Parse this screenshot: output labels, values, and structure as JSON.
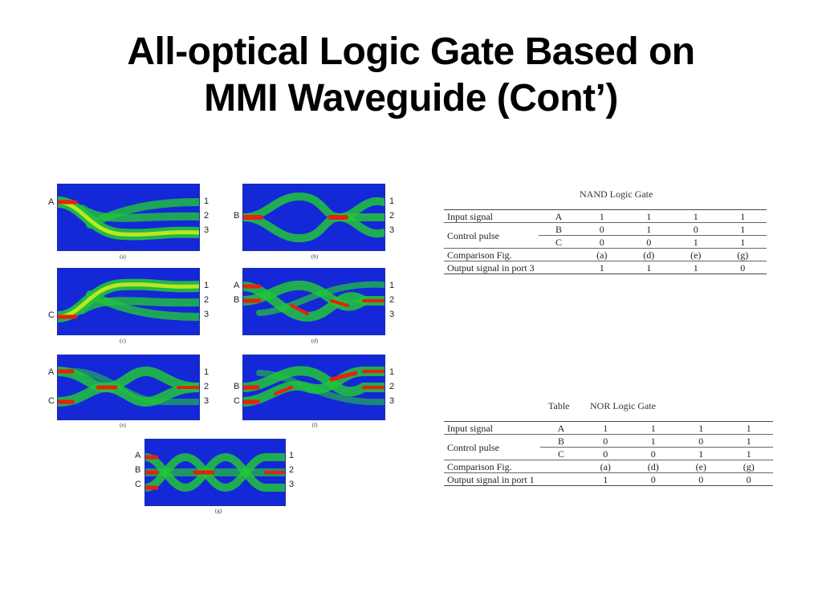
{
  "slide": {
    "title_line1": "All-optical Logic Gate Based on",
    "title_line2": "MMI Waveguide (Cont’)"
  },
  "figures": [
    {
      "id": "a",
      "caption": "(a)",
      "left_labels": [
        "A"
      ],
      "right_labels": [
        "1",
        "2",
        "3"
      ]
    },
    {
      "id": "b",
      "caption": "(b)",
      "left_labels": [
        "B"
      ],
      "right_labels": [
        "1",
        "2",
        "3"
      ]
    },
    {
      "id": "c",
      "caption": "(c)",
      "left_labels": [
        "C"
      ],
      "right_labels": [
        "1",
        "2",
        "3"
      ]
    },
    {
      "id": "d",
      "caption": "(d)",
      "left_labels": [
        "A",
        "B"
      ],
      "right_labels": [
        "1",
        "2",
        "3"
      ]
    },
    {
      "id": "e",
      "caption": "(e)",
      "left_labels": [
        "A",
        "C"
      ],
      "right_labels": [
        "1",
        "2",
        "3"
      ]
    },
    {
      "id": "f",
      "caption": "(f)",
      "left_labels": [
        "B",
        "C"
      ],
      "right_labels": [
        "1",
        "2",
        "3"
      ]
    },
    {
      "id": "g",
      "caption": "(g)",
      "left_labels": [
        "A",
        "B",
        "C"
      ],
      "right_labels": [
        "1",
        "2",
        "3"
      ]
    }
  ],
  "nand_table": {
    "title": "NAND Logic Gate",
    "row_input": {
      "label": "Input signal",
      "port": "A",
      "values": [
        "1",
        "1",
        "1",
        "1"
      ]
    },
    "control_label": "Control pulse",
    "row_b": {
      "port": "B",
      "values": [
        "0",
        "1",
        "0",
        "1"
      ]
    },
    "row_c": {
      "port": "C",
      "values": [
        "0",
        "0",
        "1",
        "1"
      ]
    },
    "row_fig": {
      "label": "Comparison Fig.",
      "values": [
        "(a)",
        "(d)",
        "(e)",
        "(g)"
      ]
    },
    "row_out": {
      "label": "Output signal in port 3",
      "values": [
        "1",
        "1",
        "1",
        "0"
      ]
    }
  },
  "nor_table": {
    "title_prefix": "Table",
    "title": "NOR Logic Gate",
    "row_input": {
      "label": "Input signal",
      "port": "A",
      "values": [
        "1",
        "1",
        "1",
        "1"
      ]
    },
    "control_label": "Control pulse",
    "row_b": {
      "port": "B",
      "values": [
        "0",
        "1",
        "0",
        "1"
      ]
    },
    "row_c": {
      "port": "C",
      "values": [
        "0",
        "0",
        "1",
        "1"
      ]
    },
    "row_fig": {
      "label": "Comparison Fig.",
      "values": [
        "(a)",
        "(d)",
        "(e)",
        "(g)"
      ]
    },
    "row_out": {
      "label": "Output signal in port 1",
      "values": [
        "1",
        "0",
        "0",
        "0"
      ]
    }
  },
  "colors": {
    "waveguide_bg": "#1428d8",
    "field_low": "#22c43a",
    "field_mid": "#b8e820",
    "field_high": "#e8200c"
  }
}
